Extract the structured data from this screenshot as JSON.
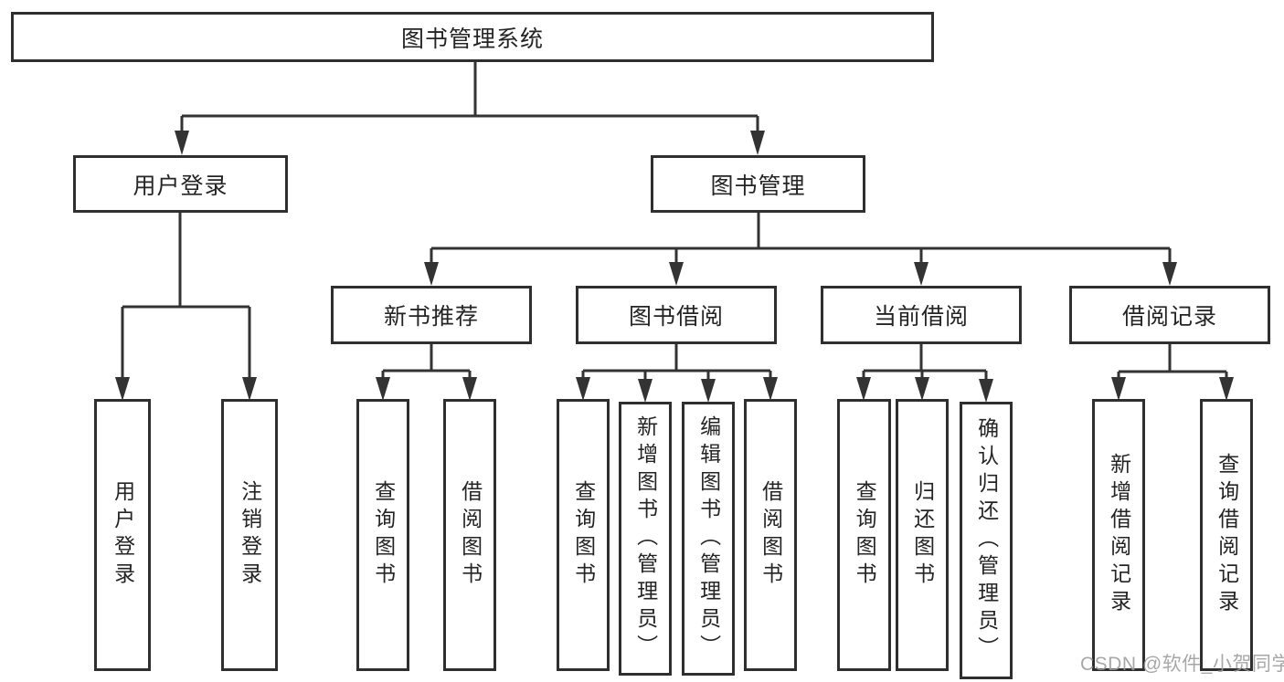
{
  "tree": {
    "label": "图书管理系统",
    "children": [
      {
        "label": "用户登录",
        "children": [
          {
            "label": "用户登录"
          },
          {
            "label": "注销登录"
          }
        ]
      },
      {
        "label": "图书管理",
        "children": [
          {
            "label": "新书推荐",
            "children": [
              {
                "label": "查询图书"
              },
              {
                "label": "借阅图书"
              }
            ]
          },
          {
            "label": "图书借阅",
            "children": [
              {
                "label": "查询图书"
              },
              {
                "label": "新增图书（管理员）"
              },
              {
                "label": "编辑图书（管理员）"
              },
              {
                "label": "借阅图书"
              }
            ]
          },
          {
            "label": "当前借阅",
            "children": [
              {
                "label": "查询图书"
              },
              {
                "label": "归还图书"
              },
              {
                "label": "确认归还（管理员）"
              }
            ]
          },
          {
            "label": "借阅记录",
            "children": [
              {
                "label": "新增借阅记录"
              },
              {
                "label": "查询借阅记录"
              }
            ]
          }
        ]
      }
    ]
  },
  "watermark": {
    "text": "CSDN @软件_小贺同学"
  },
  "colors": {
    "line": "#333333",
    "box_border": "#2f2f2f",
    "text": "#242424",
    "watermark": "#9c9c9c",
    "background": "#ffffff"
  }
}
